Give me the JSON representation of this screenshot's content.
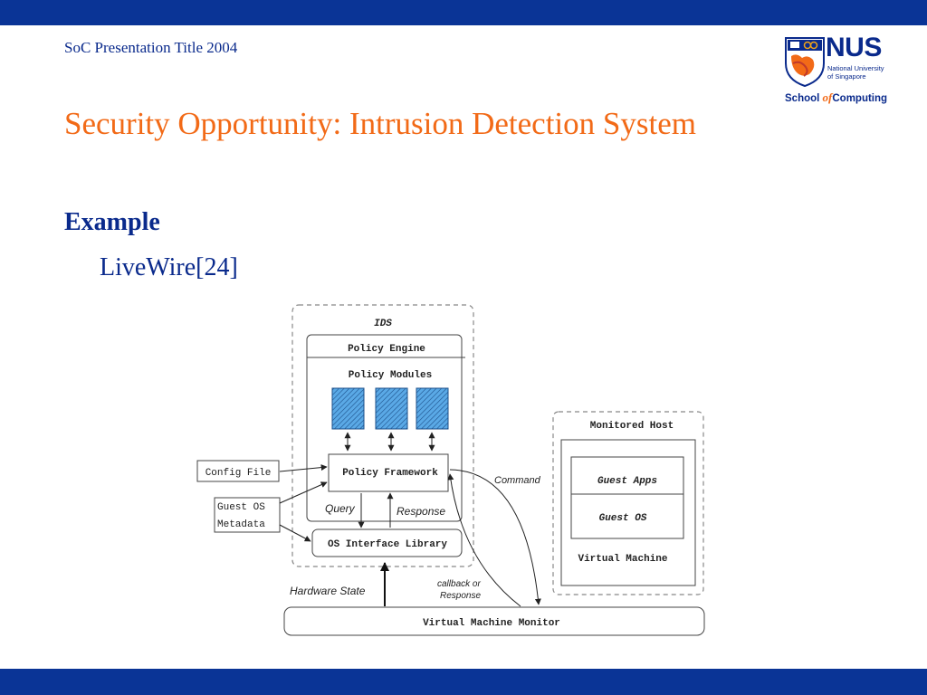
{
  "slide": {
    "header_title": "SoC Presentation Title 2004",
    "title": "Security Opportunity: Intrusion Detection System",
    "bullet": "Example",
    "sub_bullet": "LiveWire[24]"
  },
  "logo": {
    "name": "NUS",
    "subtitle_line1": "National University",
    "subtitle_line2": "of Singapore",
    "school_prefix": "School ",
    "school_of": "of",
    "school_suffix": "Computing"
  },
  "diagram": {
    "ids_label": "IDS",
    "policy_engine": "Policy Engine",
    "policy_modules": "Policy Modules",
    "policy_framework": "Policy Framework",
    "os_interface_library": "OS Interface Library",
    "config_file": "Config File",
    "guest_os_metadata_line1": "Guest OS",
    "guest_os_metadata_line2": "Metadata",
    "query": "Query",
    "response": "Response",
    "command": "Command",
    "callback_line1": "callback or",
    "callback_line2": "Response",
    "hardware_state": "Hardware State",
    "virtual_machine_monitor": "Virtual Machine Monitor",
    "monitored_host": "Monitored Host",
    "guest_apps": "Guest Apps",
    "guest_os": "Guest OS",
    "virtual_machine": "Virtual Machine"
  },
  "colors": {
    "bar": "#0a3496",
    "title": "#f26a17",
    "text": "#0a2a8c",
    "module_fill": "#5aa9e6"
  }
}
